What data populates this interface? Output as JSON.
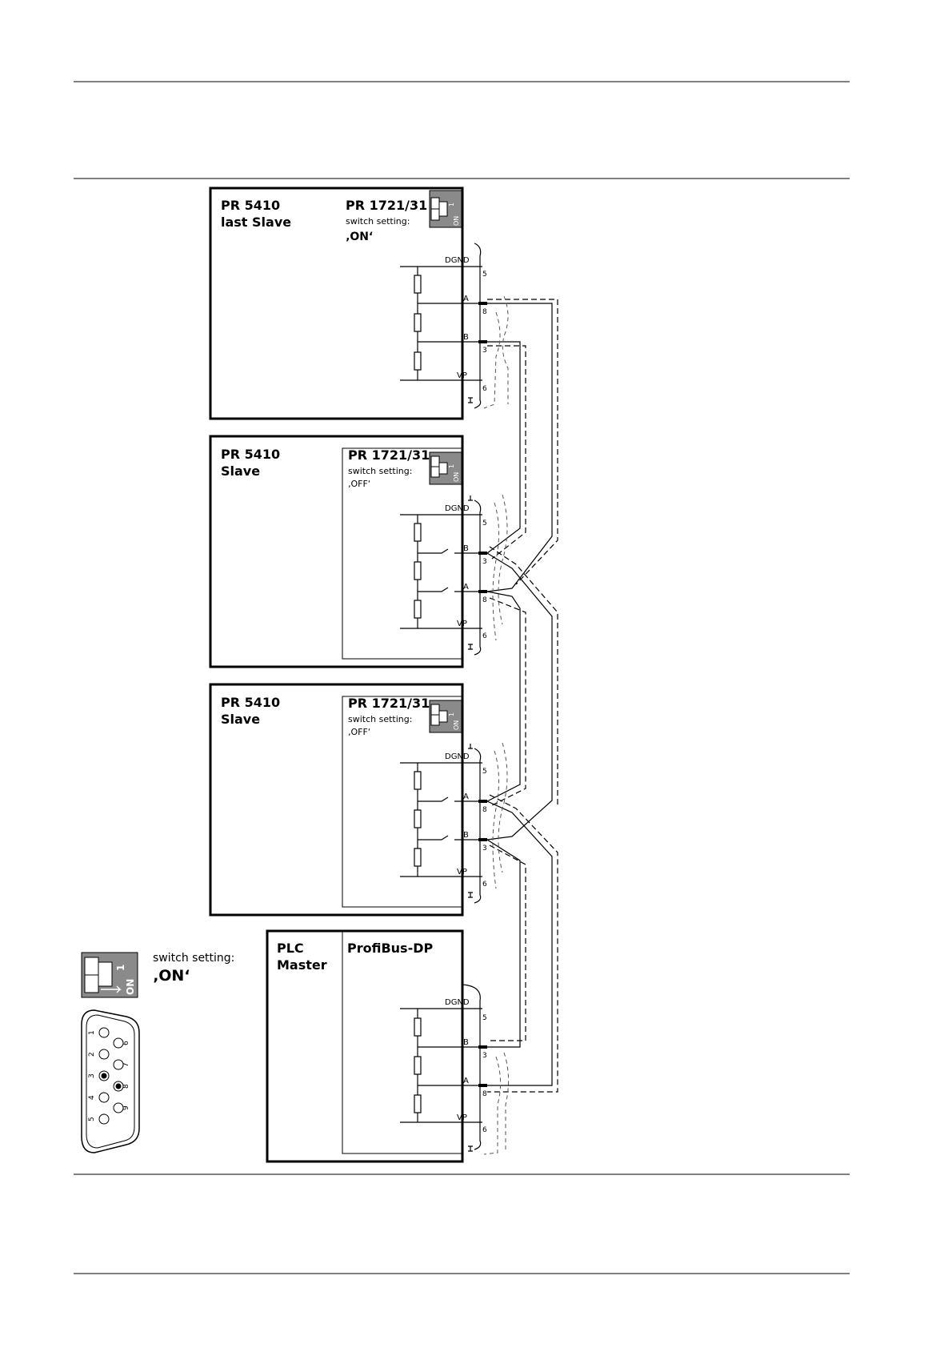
{
  "modules": [
    {
      "device": "PR 5410",
      "role": "last Slave",
      "card": "PR 1721/31",
      "switch_label": "switch setting:",
      "switch_state": "‚ON‘",
      "order": [
        "DGND",
        "A",
        "B",
        "VP"
      ],
      "pins": [
        "5",
        "8",
        "3",
        "6"
      ]
    },
    {
      "device": "PR 5410",
      "role": "Slave",
      "card": "PR 1721/31",
      "switch_label": "switch setting:",
      "switch_state": "‚OFF‘",
      "order": [
        "DGND",
        "B",
        "A",
        "VP"
      ],
      "pins": [
        "5",
        "3",
        "8",
        "6"
      ]
    },
    {
      "device": "PR 5410",
      "role": "Slave",
      "card": "PR 1721/31",
      "switch_label": "switch setting:",
      "switch_state": "‚OFF‘",
      "order": [
        "DGND",
        "A",
        "B",
        "VP"
      ],
      "pins": [
        "5",
        "8",
        "3",
        "6"
      ]
    },
    {
      "device": "PLC",
      "role": "Master",
      "card": "ProfiBus-DP",
      "order": [
        "DGND",
        "B",
        "A",
        "VP"
      ],
      "pins": [
        "5",
        "3",
        "8",
        "6"
      ]
    }
  ],
  "legend": {
    "switch_label": "switch setting:",
    "switch_state": "‚ON‘",
    "switch_number": "1",
    "switch_on": "ON",
    "db9_pins": [
      "1",
      "2",
      "3",
      "4",
      "5",
      "6",
      "7",
      "8",
      "9"
    ],
    "db9_active_pins": [
      "3",
      "8"
    ]
  }
}
